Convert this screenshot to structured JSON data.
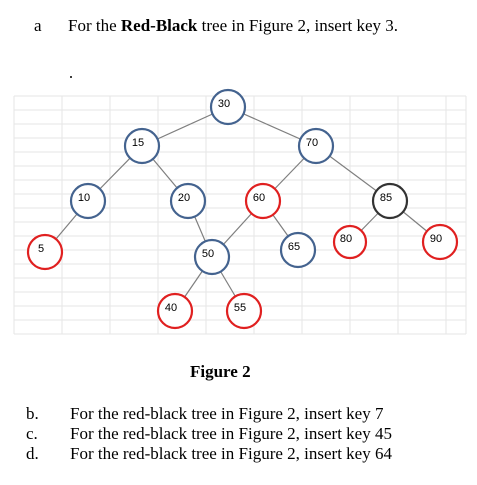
{
  "question_a": {
    "marker": "a",
    "text_before": "For the ",
    "text_bold": "Red-Black",
    "text_after": " tree in Figure 2, insert key 3."
  },
  "figure_caption": "Figure 2",
  "colors": {
    "black_node": "#44638f",
    "red_node": "#e02020",
    "root_node": "#333333",
    "edge": "#7f7f7f"
  },
  "tree": {
    "nodes": [
      {
        "key": "30",
        "color": "black"
      },
      {
        "key": "15",
        "color": "black"
      },
      {
        "key": "70",
        "color": "black"
      },
      {
        "key": "10",
        "color": "black"
      },
      {
        "key": "20",
        "color": "black"
      },
      {
        "key": "60",
        "color": "red"
      },
      {
        "key": "85",
        "color": "root"
      },
      {
        "key": "5",
        "color": "red"
      },
      {
        "key": "50",
        "color": "black"
      },
      {
        "key": "65",
        "color": "black"
      },
      {
        "key": "80",
        "color": "red"
      },
      {
        "key": "90",
        "color": "red"
      },
      {
        "key": "40",
        "color": "red"
      },
      {
        "key": "55",
        "color": "red"
      }
    ],
    "edges": [
      [
        "30",
        "15"
      ],
      [
        "30",
        "70"
      ],
      [
        "15",
        "10"
      ],
      [
        "15",
        "20"
      ],
      [
        "70",
        "60"
      ],
      [
        "70",
        "85"
      ],
      [
        "10",
        "5"
      ],
      [
        "20",
        "50"
      ],
      [
        "60",
        "50"
      ],
      [
        "60",
        "65"
      ],
      [
        "85",
        "80"
      ],
      [
        "85",
        "90"
      ],
      [
        "50",
        "40"
      ],
      [
        "50",
        "55"
      ]
    ]
  },
  "sub_questions": [
    {
      "marker": "b.",
      "text": "For the red-black tree in Figure 2, insert key 7"
    },
    {
      "marker": "c.",
      "text": "For the red-black tree in Figure 2, insert key 45"
    },
    {
      "marker": "d.",
      "text": "For the red-black tree in Figure 2, insert key 64"
    }
  ]
}
